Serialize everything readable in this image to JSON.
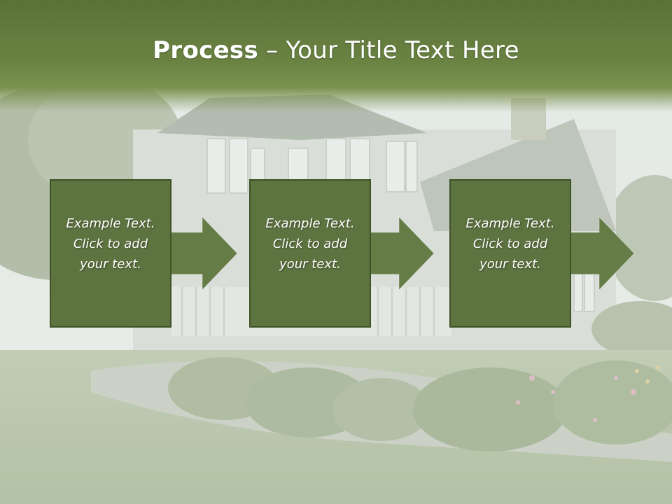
{
  "slide": {
    "title_bold": "Process",
    "title_rest": " – Your Title Text Here",
    "steps": [
      {
        "text": "Example Text.\nClick  to add\nyour text."
      },
      {
        "text": "Example Text.\nClick  to add\nyour text."
      },
      {
        "text": "Example Text.\nClick  to add\nyour text."
      }
    ]
  },
  "colors": {
    "title_bar": "#5b7236",
    "box_fill": "#5e7440",
    "box_border": "#3f5226",
    "arrow_fill": "#667c47"
  }
}
